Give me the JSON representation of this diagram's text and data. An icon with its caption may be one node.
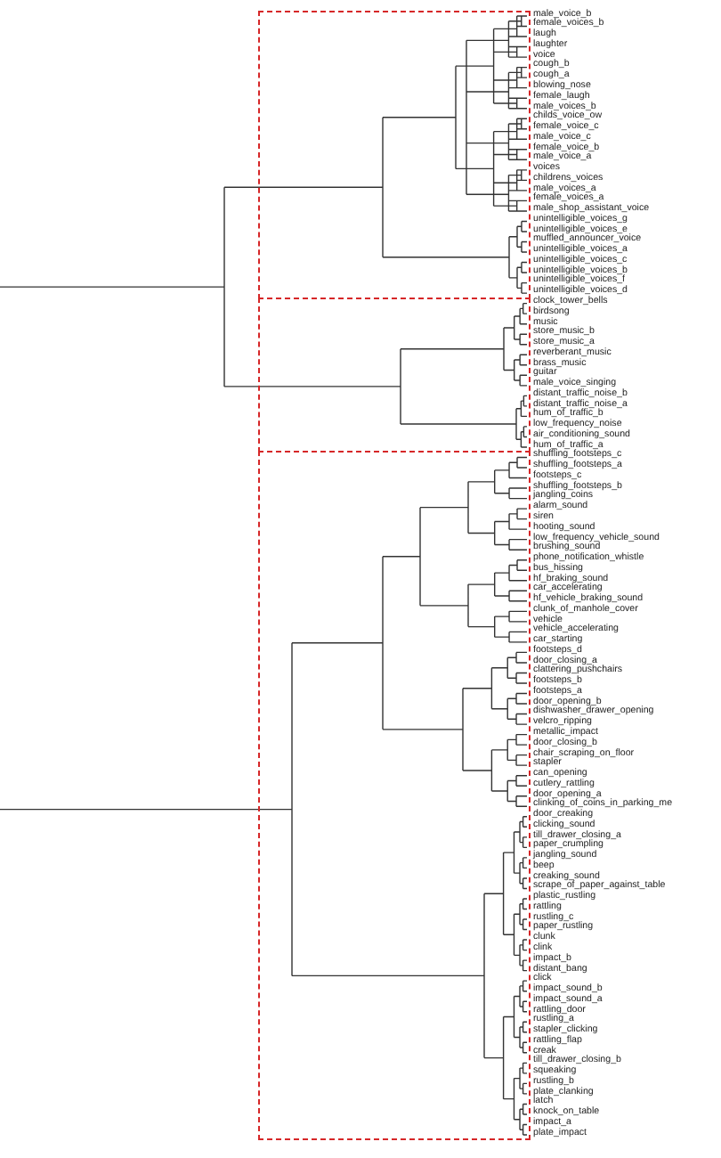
{
  "diagram": {
    "nodes": [
      {
        "text": [
          "male_voice_b",
          "female_voices_b",
          "laugh",
          "laughter",
          "voice",
          "cough_b",
          "cough_a",
          "blowing_nose",
          "female_laugh",
          "male_voices_b",
          "childs_voice_ow",
          "female_voice_c",
          "male_voice_c",
          "female_voice_b",
          "male_voice_a",
          "voices",
          "childrens_voices",
          "male_voices_a",
          "female_voices_a",
          "male_shop_assistant_voice",
          "unintelligible_voices_g",
          "unintelligible_voices_e",
          "muffled_announcer_voice",
          "unintelligible_voices_a",
          "unintelligible_voices_c",
          "unintelligible_voices_b",
          "unintelligible_voices_f",
          "unintelligible_voices_d"
        ]
      },
      {
        "text": [
          "clock_tower_bells",
          "birdsong",
          "music",
          "store_music_b",
          "store_music_a",
          "reverberant_music",
          "brass_music",
          "guitar",
          "male_voice_singing",
          "distant_traffic_noise_b",
          "distant_traffic_noise_a",
          "hum_of_traffic_b",
          "low_frequency_noise",
          "air_conditioning_sound",
          "hum_of_traffic_a"
        ]
      },
      {
        "text": [
          "shuffling_footsteps_c",
          "shuffling_footsteps_a",
          "footsteps_c",
          "shuffling_footsteps_b",
          "jangling_coins",
          "alarm_sound",
          "siren",
          "hooting_sound",
          "low_frequency_vehicle_sound",
          "brushing_sound",
          "phone_notification_whistle",
          "bus_hissing",
          "hf_braking_sound",
          "car_accelerating",
          "hf_vehicle_braking_sound",
          "clunk_of_manhole_cover",
          "vehicle",
          "vehicle_accelerating",
          "car_starting",
          "footsteps_d",
          "door_closing_a",
          "clattering_pushchairs",
          "footsteps_b",
          "footsteps_a",
          "door_opening_b",
          "dishwasher_drawer_opening",
          "velcro_ripping",
          "metallic_impact",
          "door_closing_b",
          "chair_scraping_on_floor",
          "stapler",
          "can_opening",
          "cutlery_rattling",
          "door_opening_a",
          "clinking_of_coins_in_parking_me",
          "door_creaking",
          "clicking_sound",
          "till_drawer_closing_a",
          "paper_crumpling",
          "jangling_sound",
          "beep",
          "creaking_sound",
          "scrape_of_paper_against_table",
          "plastic_rustling",
          "rattling",
          "rustling_c",
          "paper_rustling",
          "clunk",
          "clink",
          "impact_b",
          "distant_bang",
          "click",
          "impact_sound_b",
          "impact_sound_a",
          "rattling_door",
          "rustling_a",
          "stapler_clicking",
          "rattling_flap",
          "creak",
          "till_drawer_closing_b",
          "squeaking",
          "rustling_b",
          "plate_clanking",
          "latch",
          "knock_on_table",
          "impact_a",
          "plate_impact"
        ]
      }
    ]
  }
}
